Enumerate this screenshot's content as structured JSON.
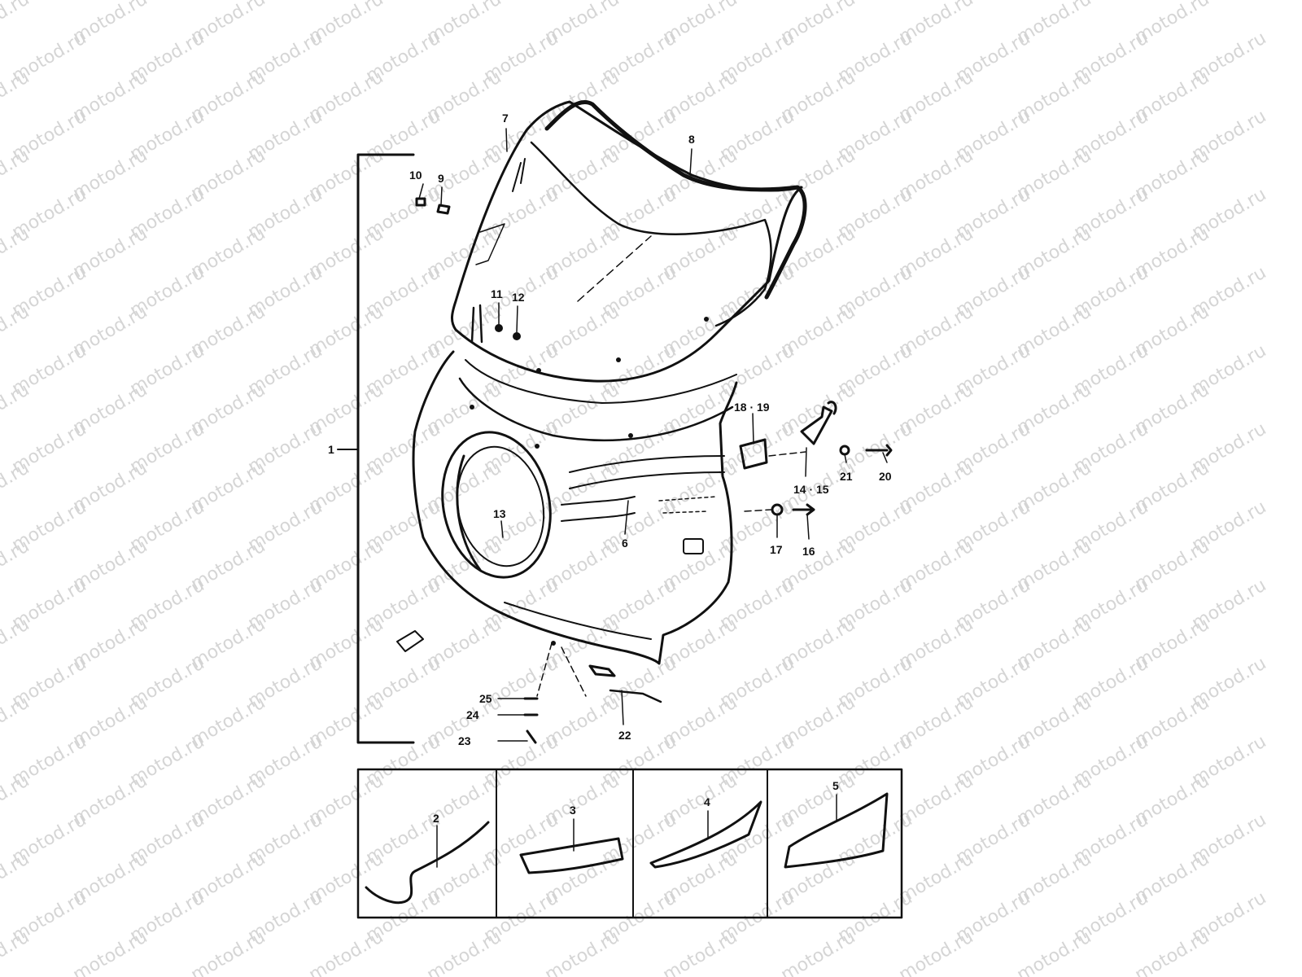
{
  "watermark": {
    "text": "motod.ru"
  },
  "diagram": {
    "labels": {
      "l1": "1",
      "l2": "2",
      "l3": "3",
      "l4": "4",
      "l5": "5",
      "l6": "6",
      "l7": "7",
      "l8": "8",
      "l9": "9",
      "l10": "10",
      "l11": "11",
      "l12": "12",
      "l13": "13",
      "l14_15": "14 · 15",
      "l16": "16",
      "l17": "17",
      "l18_19": "18 · 19",
      "l20": "20",
      "l21": "21",
      "l22": "22",
      "l23": "23",
      "l24": "24",
      "l25": "25"
    }
  },
  "colors": {
    "ink": "#111111",
    "watermark": "#c8c8c8",
    "background": "#ffffff"
  }
}
